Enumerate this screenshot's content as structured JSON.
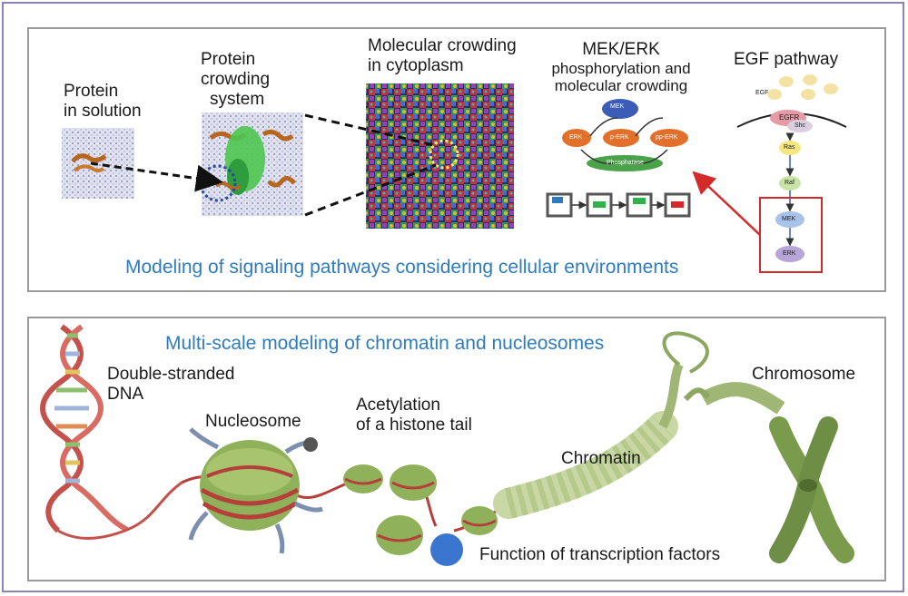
{
  "top_panel": {
    "caption": "Modeling of signaling pathways considering cellular environments",
    "protein_solution": [
      "Protein",
      "in solution"
    ],
    "protein_crowding": [
      "Protein",
      "crowding",
      "system"
    ],
    "molecular_crowding": [
      "Molecular crowding",
      "in cytoplasm"
    ],
    "mek_erk": [
      "MEK/ERK",
      "phosphorylation and",
      "molecular crowding"
    ],
    "egf_pathway": "EGF pathway",
    "mek_erk_diagram": {
      "mek": "MEK",
      "erk": "ERK",
      "p_erk": "p-ERK",
      "pp_erk": "pp-ERK",
      "phosphatase": "Phosphatase"
    },
    "egf_diagram": {
      "egf": "EGF",
      "egfr": "EGFR",
      "shc": "Shc",
      "ras": "Ras",
      "raf": "Raf",
      "mek": "MEK",
      "erk": "ERK"
    },
    "colors": {
      "accent": "#2f7bbf",
      "arrow_red": "#d42a2a"
    }
  },
  "bottom_panel": {
    "caption": "Multi-scale modeling of chromatin and nucleosomes",
    "dna": [
      "Double-stranded",
      "DNA"
    ],
    "nucleosome": "Nucleosome",
    "acetylation": [
      "Acetylation",
      "of a histone tail"
    ],
    "chromatin": "Chromatin",
    "chromosome": "Chromosome",
    "transcription": "Function of transcription factors"
  }
}
